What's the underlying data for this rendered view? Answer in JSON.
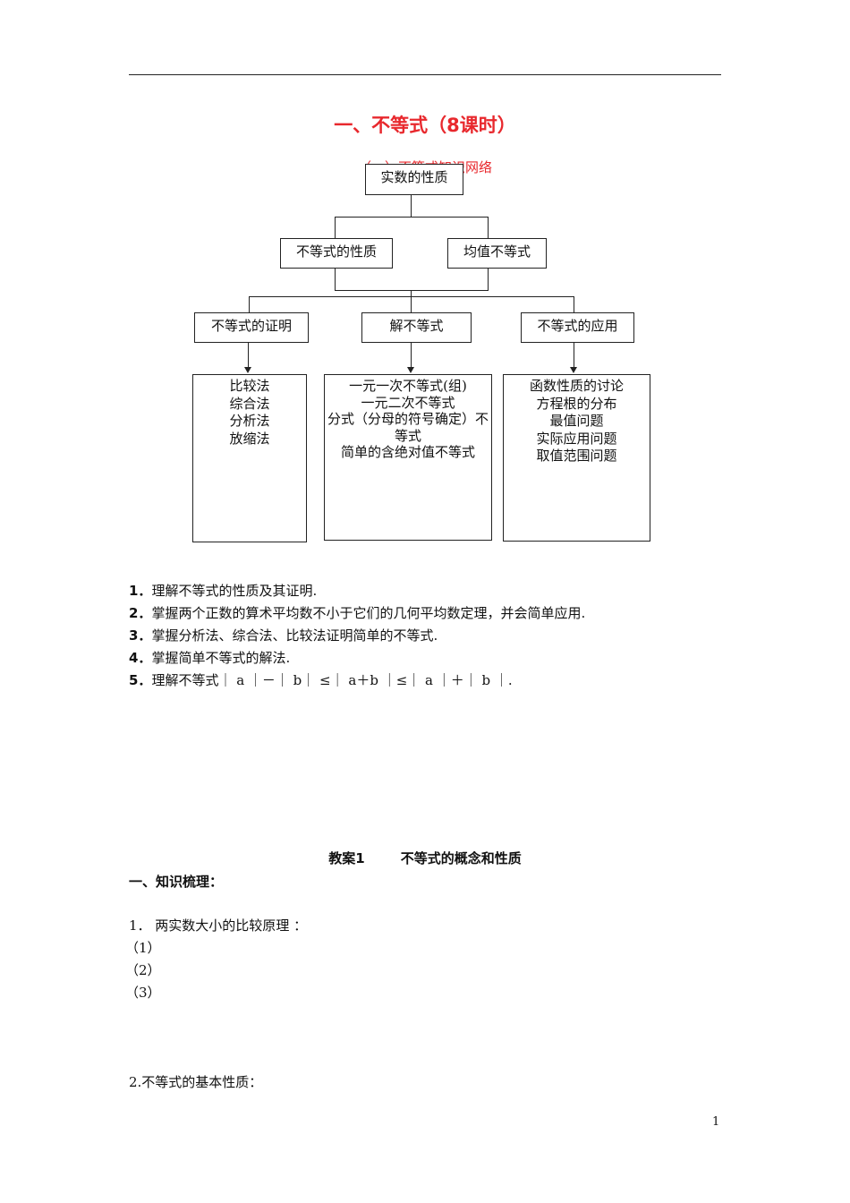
{
  "title": "一、不等式（8课时）",
  "subtitle": "（一）不等式知识网络",
  "diagram": {
    "root": "实数的性质",
    "level2": [
      "不等式的性质",
      "均值不等式"
    ],
    "level3": [
      "不等式的证明",
      "解不等式",
      "不等式的应用"
    ],
    "proof_methods": [
      "比较法",
      "综合法",
      "分析法",
      "放缩法"
    ],
    "solving": [
      "一元一次不等式(组)",
      "一元二次不等式",
      "分式（分母的符号确定）不等式",
      "简单的含绝对值不等式"
    ],
    "applications": [
      "函数性质的讨论",
      "方程根的分布",
      "最值问题",
      "实际应用问题",
      "取值范围问题"
    ]
  },
  "objectives": [
    {
      "num": "1．",
      "text": "理解不等式的性质及其证明."
    },
    {
      "num": "2．",
      "text": "掌握两个正数的算术平均数不小于它们的几何平均数定理，并会简单应用."
    },
    {
      "num": "3．",
      "text": "掌握分析法、综合法、比较法证明简单的不等式."
    },
    {
      "num": "4．",
      "text": "掌握简单不等式的解法."
    },
    {
      "num": "5．",
      "text": "理解不等式｜ a ｜－｜ b｜ ≤｜ a＋b ｜≤｜ a ｜＋｜ b ｜."
    }
  ],
  "lesson": {
    "label": "教案1",
    "title": "不等式的概念和性质"
  },
  "section_heading": "一、知识梳理：",
  "item1": "1． 两实数大小的比较原理 ：",
  "subitems": [
    "（1）",
    "（2）",
    "（3）"
  ],
  "item2": "2.不等式的基本性质：",
  "page_number": "1"
}
